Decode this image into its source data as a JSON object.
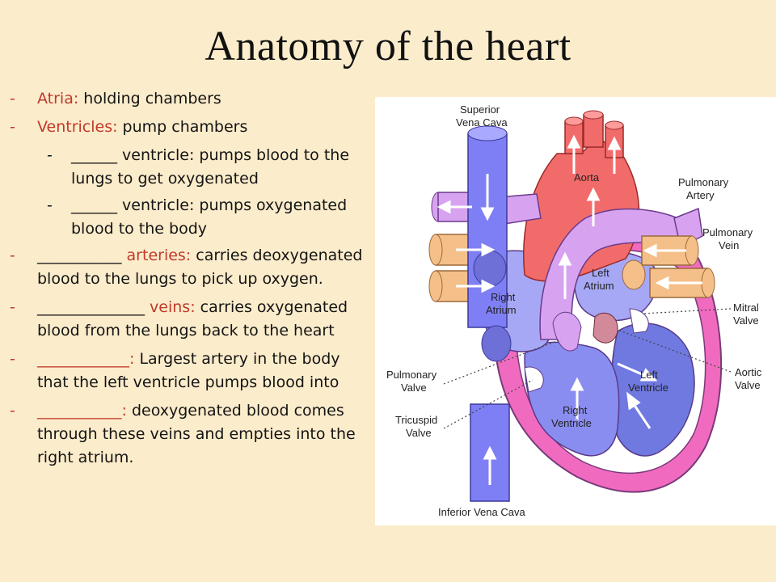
{
  "title": "Anatomy of the heart",
  "bullets": [
    {
      "red": "Atria:",
      "text": " holding chambers"
    },
    {
      "red": "Ventricles:",
      "text": " pump chambers"
    },
    {
      "sub": true,
      "text": "______ ventricle: pumps blood to the lungs to get oxygenated"
    },
    {
      "sub": true,
      "text": "______ ventricle: pumps oxygenated blood to the body"
    },
    {
      "blank": "___________",
      "red": " arteries:",
      "text": " carries deoxygenated blood to the lungs to pick up oxygen."
    },
    {
      "blank": "______________",
      "red": " veins:",
      "text": " carries oxygenated blood from the lungs back to the heart"
    },
    {
      "blank": "____________:",
      "text": " Largest artery in the body that the left ventricle pumps blood into"
    },
    {
      "blank": "___________:",
      "text": " deoxygenated blood comes through these veins and empties into the right atrium."
    }
  ],
  "diagram": {
    "labels": {
      "svc1": "Superior",
      "svc2": "Vena Cava",
      "aorta": "Aorta",
      "pa1": "Pulmonary",
      "pa2": "Artery",
      "pv1": "Pulmonary",
      "pv2": "Vein",
      "la1": "Left",
      "la2": "Atrium",
      "ra1": "Right",
      "ra2": "Atrium",
      "mv1": "Mitral",
      "mv2": "Valve",
      "av1": "Aortic",
      "av2": "Valve",
      "lv1": "Left",
      "lv2": "Ventricle",
      "pulv1": "Pulmonary",
      "pulv2": "Valve",
      "tv1": "Tricuspid",
      "tv2": "Valve",
      "rv1": "Right",
      "rv2": "Ventricle",
      "ivc": "Inferior Vena Cava"
    }
  }
}
